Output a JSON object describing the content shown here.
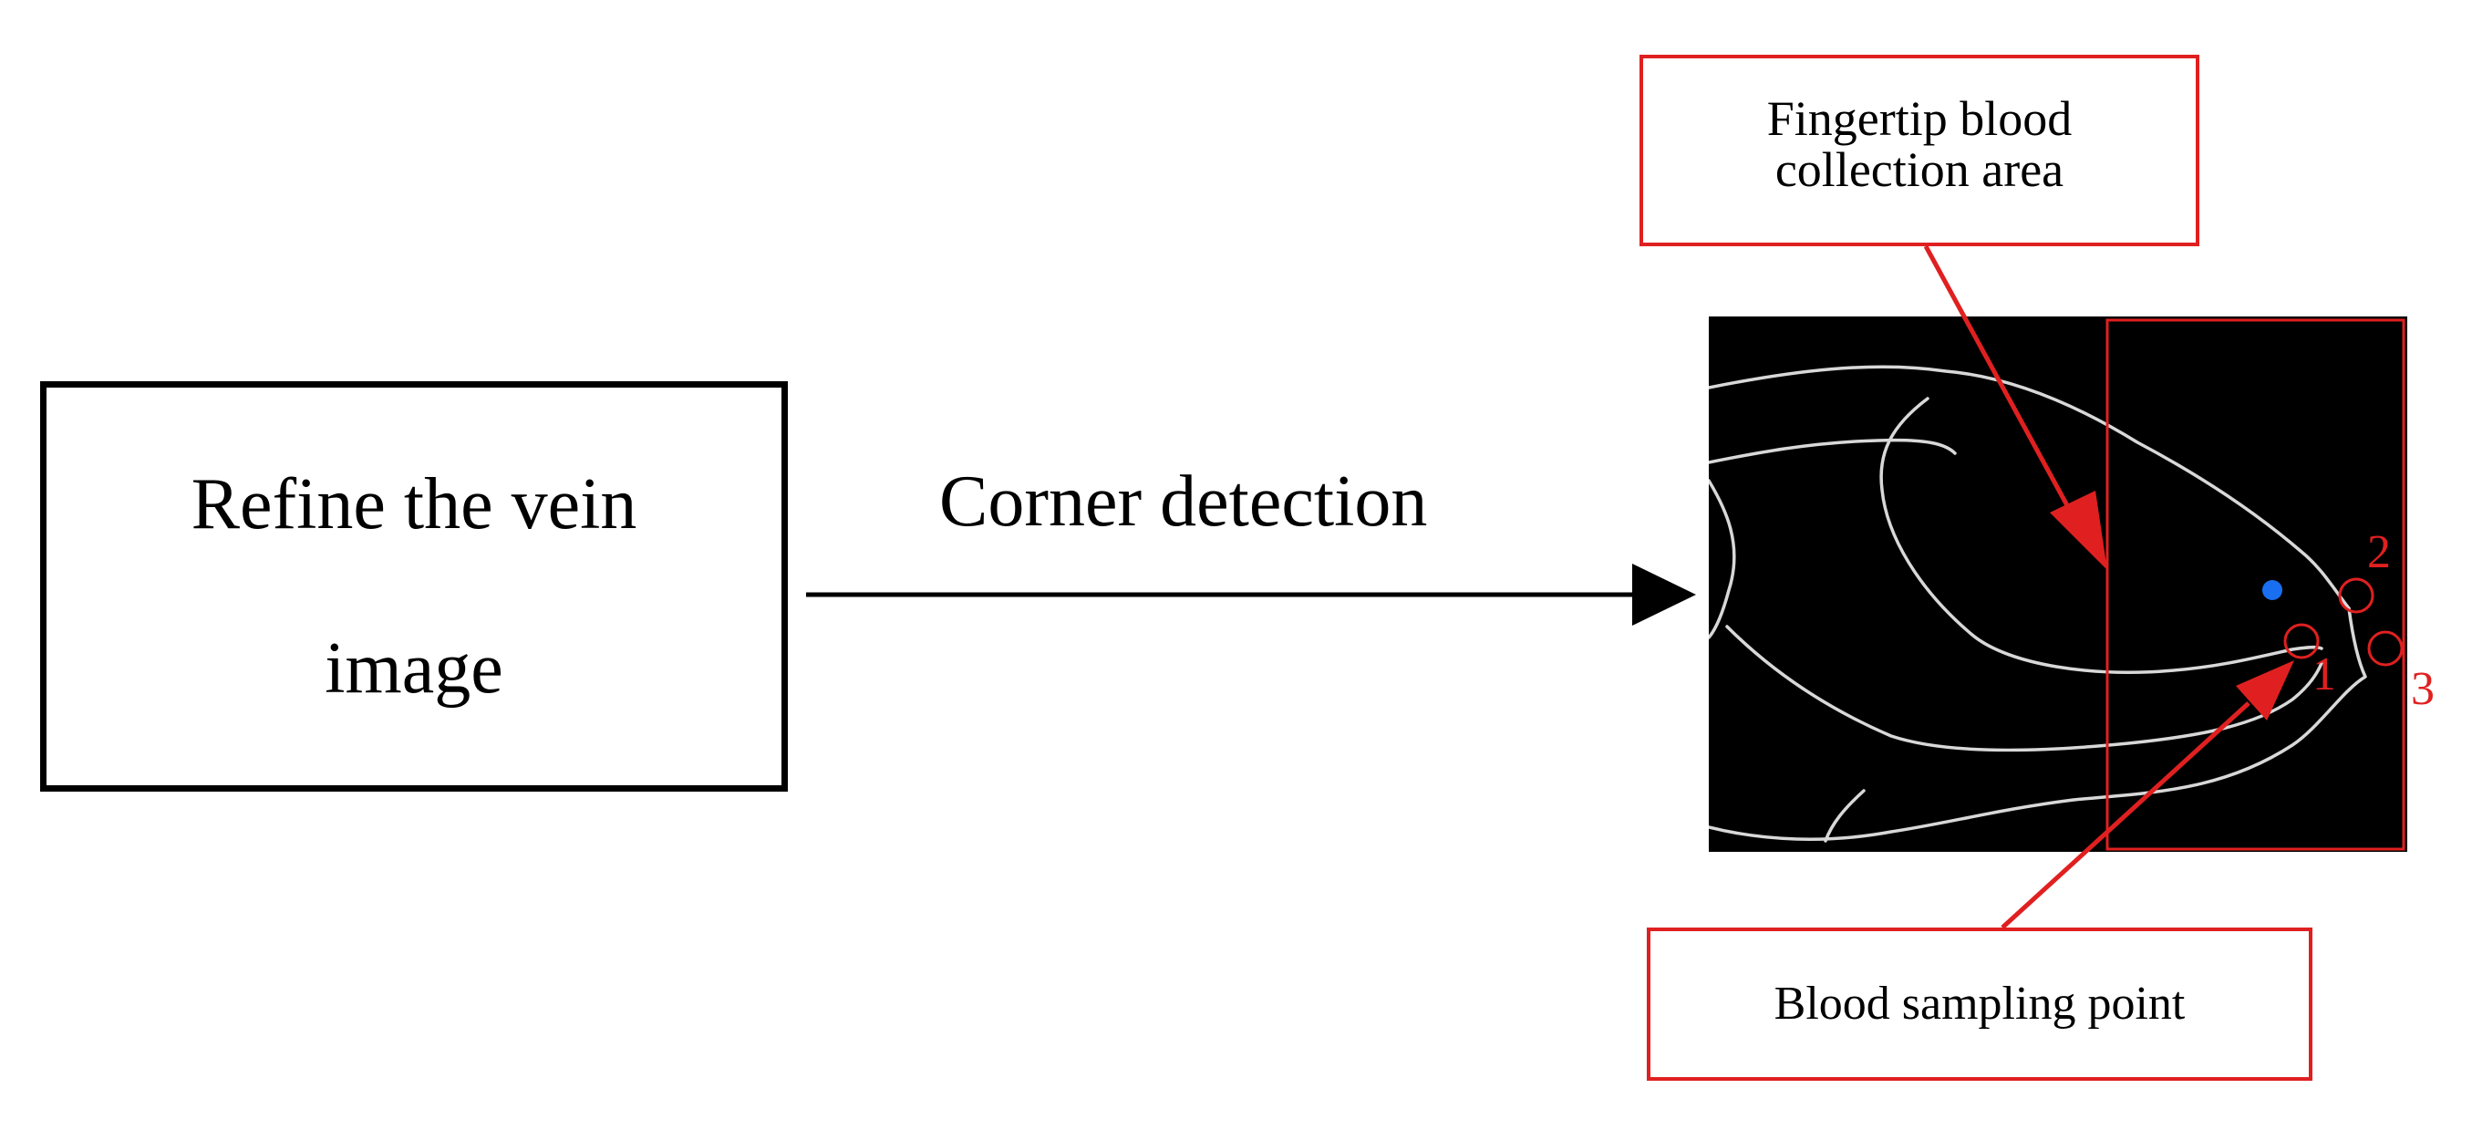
{
  "diagram": {
    "process_box": {
      "label": "Refine the vein image"
    },
    "arrow": {
      "label": "Corner detection"
    },
    "callouts": {
      "collection_area": "Fingertip blood collection area",
      "sampling_point": "Blood sampling point"
    },
    "points": [
      {
        "label": "1"
      },
      {
        "label": "2"
      },
      {
        "label": "3"
      }
    ],
    "colors": {
      "callout": "#e02020",
      "vein_lines": "#d8d8d8",
      "centroid_dot": "#1a6ff0",
      "image_background": "#000000"
    }
  }
}
